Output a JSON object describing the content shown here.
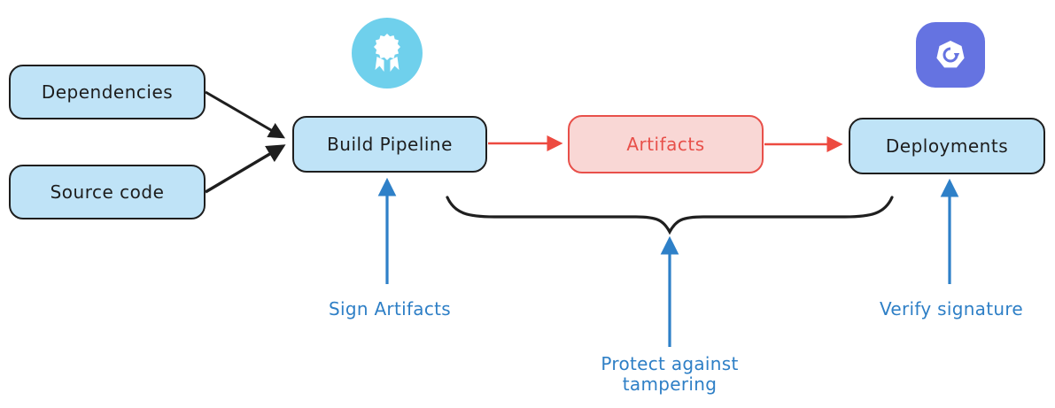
{
  "canvas": {
    "background": "#ffffff"
  },
  "nodes": {
    "dependencies": {
      "label": "Dependencies",
      "fill": "#bfe3f7",
      "border": "#1e1e1e"
    },
    "source_code": {
      "label": "Source code",
      "fill": "#bfe3f7",
      "border": "#1e1e1e"
    },
    "build_pipeline": {
      "label": "Build Pipeline",
      "fill": "#bfe3f7",
      "border": "#1e1e1e"
    },
    "artifacts": {
      "label": "Artifacts",
      "fill": "#f9d7d5",
      "border": "#e8504a",
      "text_color": "#e8504a"
    },
    "deployments": {
      "label": "Deployments",
      "fill": "#bfe3f7",
      "border": "#1e1e1e"
    }
  },
  "annotations": {
    "sign_artifacts": {
      "label": "Sign Artifacts",
      "color": "#2e7fc6"
    },
    "protect_tampering": {
      "label": "Protect against tampering",
      "color": "#2e7fc6"
    },
    "verify_signature": {
      "label": "Verify signature",
      "color": "#2e7fc6"
    }
  },
  "icons": {
    "award_badge": {
      "name": "award-badge-icon",
      "background": "#6fd0ec",
      "glyph_color": "#ffffff"
    },
    "deploy_refresh": {
      "name": "deploy-refresh-icon",
      "background": "#6573e1",
      "glyph_color": "#ffffff"
    }
  },
  "connectors": {
    "black": "#1e1e1e",
    "red": "#ed4a40",
    "blue": "#2e80c8"
  }
}
